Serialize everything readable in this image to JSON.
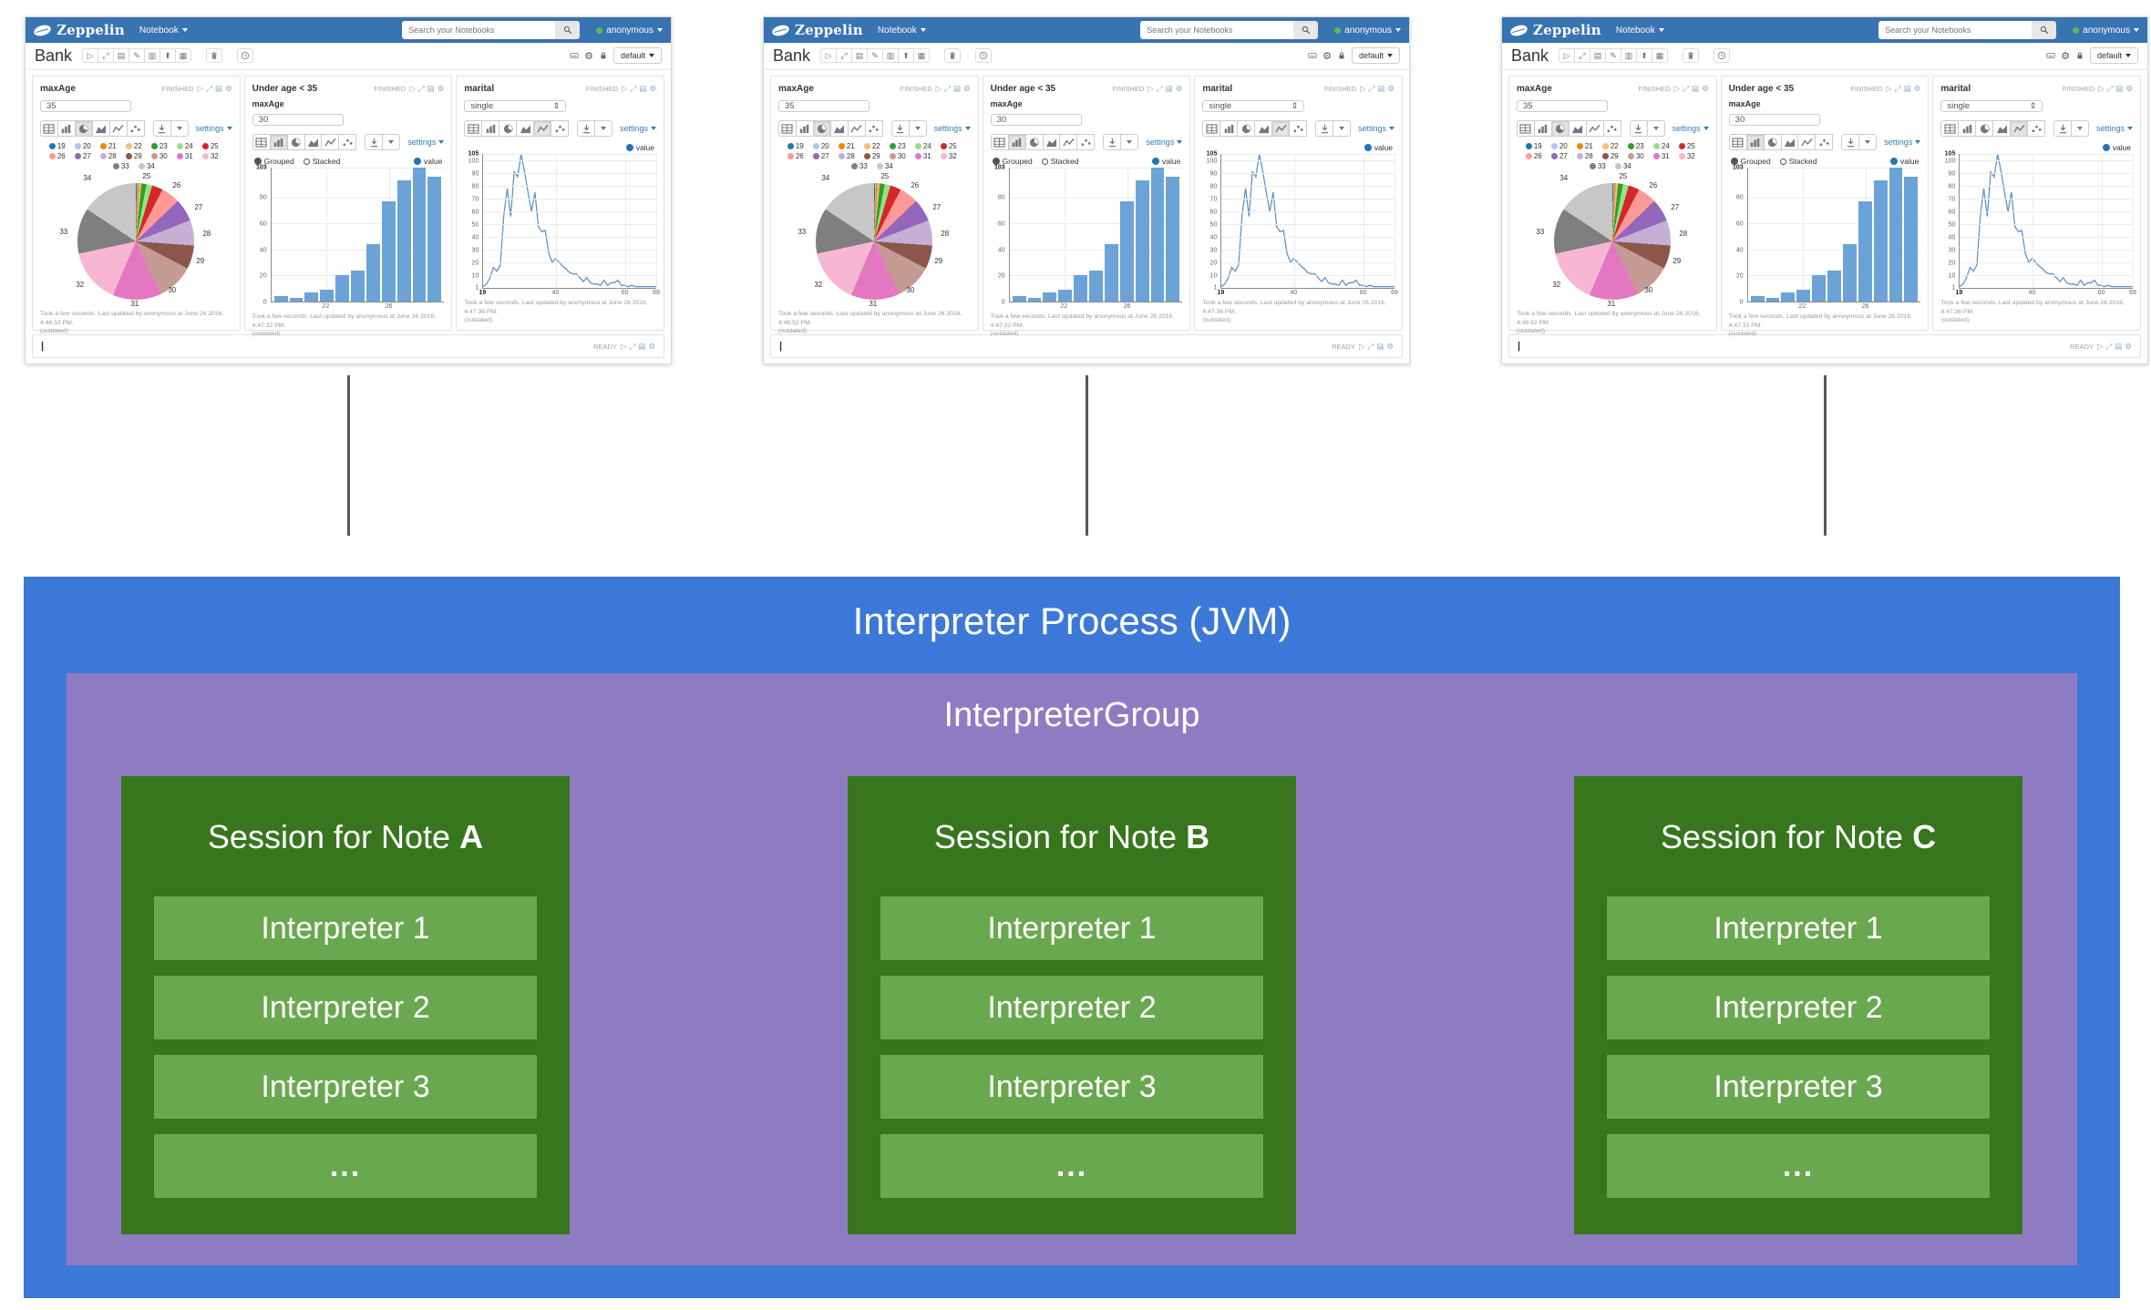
{
  "screenshot": {
    "navbar": {
      "brand": "Zeppelin",
      "menu": "Notebook",
      "search_placeholder": "Search your Notebooks",
      "username": "anonymous",
      "navbar_color": "#3873b2",
      "user_status_color": "#5cb85c"
    },
    "note": {
      "title": "Bank",
      "interpreter_binding": "default",
      "toolbar_icons": [
        {
          "name": "run-all-paragraphs-icon",
          "glyph": "▷"
        },
        {
          "name": "toggle-code-icon",
          "glyph": "⤢"
        },
        {
          "name": "toggle-output-icon",
          "glyph": "▤"
        },
        {
          "name": "clear-output-icon",
          "glyph": "✎"
        },
        {
          "name": "clone-note-icon",
          "glyph": "▥"
        },
        {
          "name": "export-note-icon",
          "glyph": "⬆"
        },
        {
          "name": "version-control-icon",
          "glyph": "▦"
        }
      ]
    },
    "status_icons": [
      {
        "name": "run-paragraph-icon",
        "glyph": "▷"
      },
      {
        "name": "expand-paragraph-icon",
        "glyph": "⤢"
      },
      {
        "name": "toggle-editor-icon",
        "glyph": "▤"
      },
      {
        "name": "paragraph-settings-icon",
        "glyph": "⚙"
      }
    ],
    "paragraphs": [
      {
        "title": "maxAge",
        "status": "FINISHED",
        "input_value": "35",
        "settings_label": "settings",
        "footer_line1": "Took a few seconds. Last updated by anonymous at June 26 2016, 4:46:52 PM.",
        "footer_line2": "(outdated)"
      },
      {
        "title": "Under age < 35",
        "field_label": "maxAge",
        "input_value": "30",
        "status": "FINISHED",
        "legend_grouped": "Grouped",
        "legend_stacked": "Stacked",
        "legend_value": "value",
        "settings_label": "settings",
        "footer_line1": "Took a few seconds. Last updated by anonymous at June 26 2016, 4:47:32 PM.",
        "footer_line2": "(outdated)"
      },
      {
        "title": "marital",
        "select_value": "single",
        "status": "FINISHED",
        "legend_value": "value",
        "settings_label": "settings",
        "footer_line1": "Took a few seconds. Last updated by anonymous at June 26 2016, 4:47:36 PM.",
        "footer_line2": "(outdated)"
      }
    ],
    "empty_paragraph": {
      "status": "READY",
      "cursor": "|"
    }
  },
  "chart_data": [
    {
      "type": "pie",
      "title": "maxAge",
      "categories": [
        "19",
        "20",
        "21",
        "22",
        "23",
        "24",
        "25",
        "26",
        "27",
        "28",
        "29",
        "30",
        "31",
        "32",
        "33",
        "34"
      ],
      "values": [
        4,
        3,
        7,
        9,
        20,
        24,
        44,
        77,
        93,
        103,
        96,
        150,
        199,
        224,
        186,
        231
      ],
      "colors": [
        "#1f77b4",
        "#aec7e8",
        "#ff7f0e",
        "#ffbb78",
        "#2ca02c",
        "#98df8a",
        "#d62728",
        "#ff9896",
        "#9467bd",
        "#c5b0d5",
        "#8c564b",
        "#c49c94",
        "#e377c2",
        "#f7b6d2",
        "#7f7f7f",
        "#c7c7c7"
      ],
      "callouts": [
        "34",
        "25",
        "26",
        "27",
        "28",
        "29",
        "30",
        "31",
        "32",
        "33"
      ],
      "legend_position": "top"
    },
    {
      "type": "bar",
      "title": "Under age < 35",
      "categories": [
        "19",
        "20",
        "21",
        "22",
        "23",
        "24",
        "25",
        "26",
        "27",
        "28",
        "29"
      ],
      "series": [
        {
          "name": "value",
          "values": [
            4,
            3,
            7,
            9,
            20,
            24,
            44,
            77,
            93,
            103,
            96
          ]
        }
      ],
      "ylim": [
        0,
        103
      ],
      "yticks": [
        103,
        80,
        60,
        40,
        20,
        0
      ],
      "xticks": [
        "22",
        "26"
      ],
      "bar_color": "#6ba3d6",
      "grid": true,
      "modes": [
        "Grouped",
        "Stacked"
      ],
      "mode_selected": "Grouped"
    },
    {
      "type": "line",
      "title": "marital: single",
      "x": [
        19,
        20,
        21,
        22,
        23,
        24,
        25,
        26,
        27,
        28,
        29,
        30,
        31,
        32,
        33,
        34,
        35,
        36,
        37,
        38,
        39,
        40,
        41,
        42,
        43,
        44,
        45,
        46,
        47,
        48,
        49,
        50,
        51,
        52,
        53,
        54,
        55,
        56,
        57,
        58,
        59,
        60,
        61,
        62,
        63,
        64,
        65,
        66,
        67,
        68,
        69
      ],
      "series": [
        {
          "name": "value",
          "values": [
            1,
            3,
            8,
            16,
            13,
            18,
            57,
            78,
            56,
            91,
            87,
            105,
            91,
            75,
            60,
            75,
            48,
            44,
            45,
            27,
            20,
            23,
            20,
            17,
            15,
            12,
            11,
            11,
            8,
            5,
            8,
            4,
            3,
            3,
            2,
            6,
            2,
            4,
            4,
            6,
            2,
            2,
            1,
            2,
            1,
            1,
            1,
            1,
            1,
            1,
            1
          ]
        }
      ],
      "ylim": [
        0,
        105
      ],
      "yticks": [
        105,
        100,
        90,
        80,
        70,
        60,
        50,
        40,
        30,
        20,
        10,
        1
      ],
      "xticks": [
        19,
        40,
        60,
        69
      ],
      "line_color": "#5b8fc9",
      "grid": true
    }
  ],
  "diagram": {
    "process_label": "Interpreter Process (JVM)",
    "group_label": "InterpreterGroup",
    "session_title_prefix": "Session for Note ",
    "sessions": [
      {
        "note": "A",
        "interpreters": [
          "Interpreter 1",
          "Interpreter 2",
          "Interpreter 3",
          "..."
        ]
      },
      {
        "note": "B",
        "interpreters": [
          "Interpreter 1",
          "Interpreter 2",
          "Interpreter 3",
          "..."
        ]
      },
      {
        "note": "C",
        "interpreters": [
          "Interpreter 1",
          "Interpreter 2",
          "Interpreter 3",
          "..."
        ]
      }
    ],
    "colors": {
      "process_bg": "#3c78d8",
      "group_bg": "#8e7cc3",
      "session_bg": "#38761d",
      "interpreter_bg": "#6aa84f",
      "text": "#ffffff",
      "connector": "#575757"
    }
  }
}
